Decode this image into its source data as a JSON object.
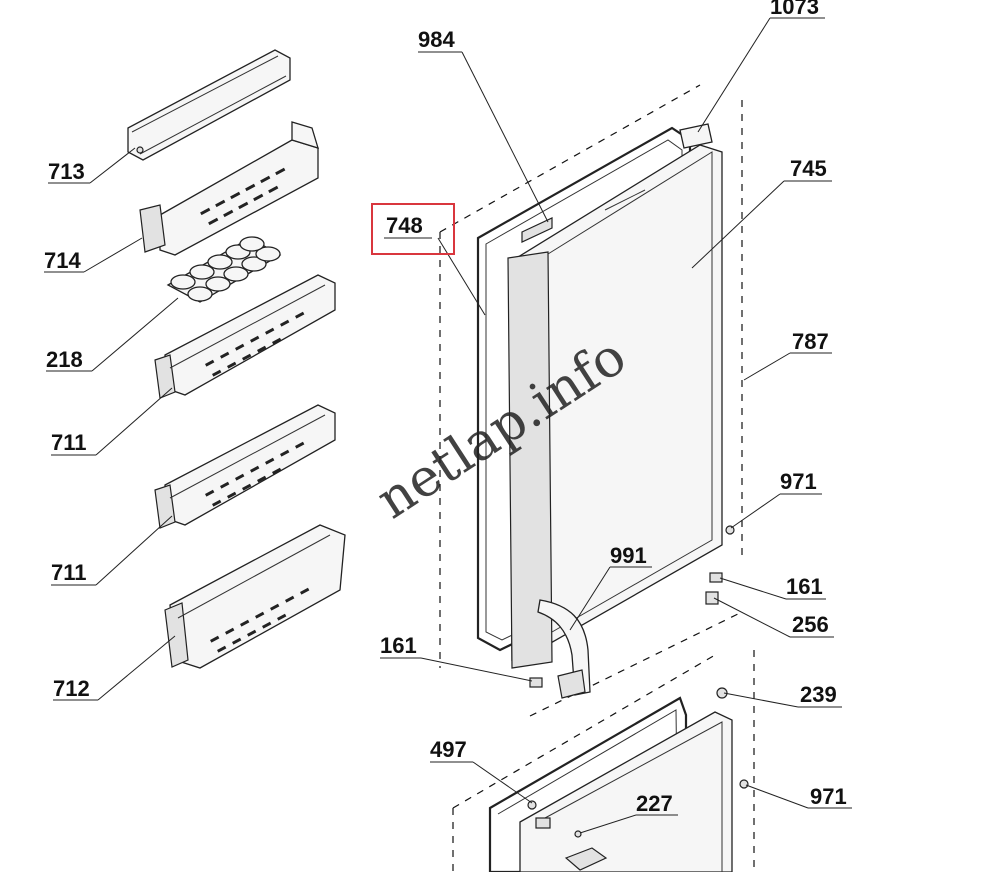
{
  "diagram": {
    "watermark": "netlap.info",
    "highlight_color": "#d9363e",
    "labels": {
      "p1073": "1073",
      "p984": "984",
      "p713": "713",
      "p745": "745",
      "p748": "748",
      "p714": "714",
      "p218": "218",
      "p787": "787",
      "p711a": "711",
      "p711b": "711",
      "p971a": "971",
      "p991": "991",
      "p161a": "161",
      "p256": "256",
      "p712": "712",
      "p161b": "161",
      "p239": "239",
      "p497": "497",
      "p971b": "971",
      "p227": "227"
    }
  }
}
